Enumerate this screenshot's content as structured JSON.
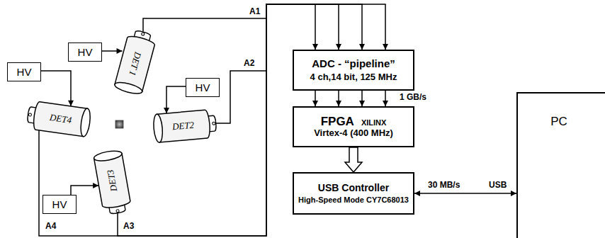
{
  "diagram": {
    "nodes": [
      {
        "text": [
          "HV"
        ]
      },
      {
        "text": [
          "HV"
        ]
      },
      {
        "text": [
          "DET 1"
        ]
      },
      {
        "text": [
          "HV"
        ]
      },
      {
        "text": [
          "DET4"
        ]
      },
      {
        "text": [
          "DET2"
        ]
      },
      {
        "text": [
          "DET3"
        ]
      },
      {
        "text": [
          "HV"
        ]
      },
      {
        "text": [
          "ADC - “pipeline”",
          "4 ch,14 bit, 125 MHz"
        ]
      },
      {
        "text": [
          "FPGA",
          "XILINX",
          "Virtex-4 (400 MHz)"
        ]
      },
      {
        "text": [
          "USB Controller",
          "High-Speed Mode CY7C68013"
        ]
      },
      {
        "text": [
          "PC"
        ]
      }
    ],
    "edges": [
      {
        "from": 0,
        "to": 2,
        "arrow": "to"
      },
      {
        "from": 1,
        "to": 4,
        "arrow": "to"
      },
      {
        "from": 3,
        "to": 5,
        "arrow": "to"
      },
      {
        "from": 7,
        "to": 6,
        "arrow": "to"
      },
      {
        "from": 2,
        "to": 8,
        "label": "A1",
        "arrow": "to"
      },
      {
        "from": 5,
        "to": 8,
        "label": "A2",
        "arrow": "to"
      },
      {
        "from": 6,
        "to": 8,
        "label": "A3",
        "arrow": "to"
      },
      {
        "from": 4,
        "to": 8,
        "label": "A4",
        "arrow": "to"
      },
      {
        "from": 8,
        "to": 9,
        "label": "1 GB/s",
        "arrow": "to"
      },
      {
        "from": 9,
        "to": 10,
        "arrow": "to"
      },
      {
        "from": 10,
        "to": 11,
        "label": "30 MB/s",
        "arrow": "both"
      }
    ],
    "labels": [
      "USB"
    ]
  }
}
